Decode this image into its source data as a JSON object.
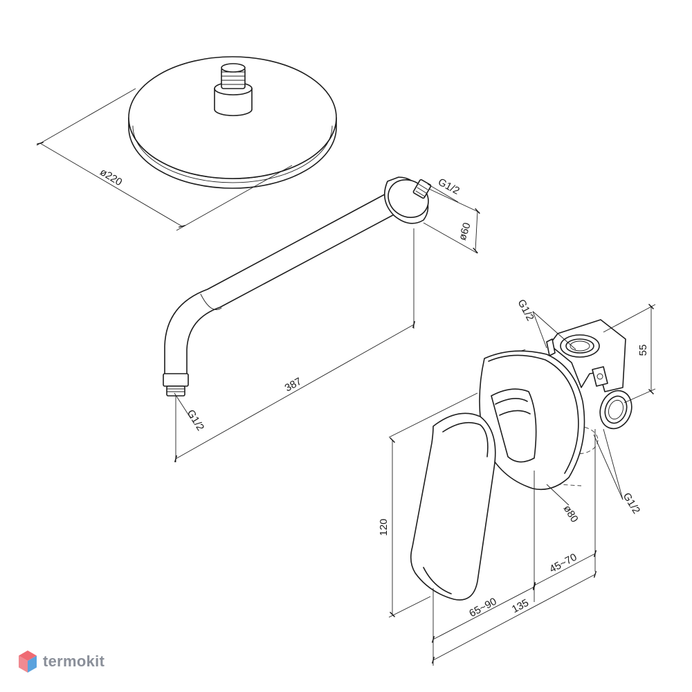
{
  "dimensions": {
    "head_diameter": "ø220",
    "arm_thread": "G1/2",
    "flange_thread": "G1/2",
    "flange_diameter": "ø60",
    "arm_length": "387",
    "box_top_thread": "G1/2",
    "box_height": "55",
    "box_side_thread": "G1/2",
    "rosette_diameter": "ø80",
    "handle_height": "120",
    "wall_depth": "45~70",
    "handle_projection": "65~90",
    "total_depth": "135"
  },
  "watermark": {
    "brand": "termokit",
    "logo_icon": "hexagon-cube-logo",
    "colors": [
      "#ef6b73",
      "#5aa2dd",
      "#8a8f99"
    ]
  }
}
